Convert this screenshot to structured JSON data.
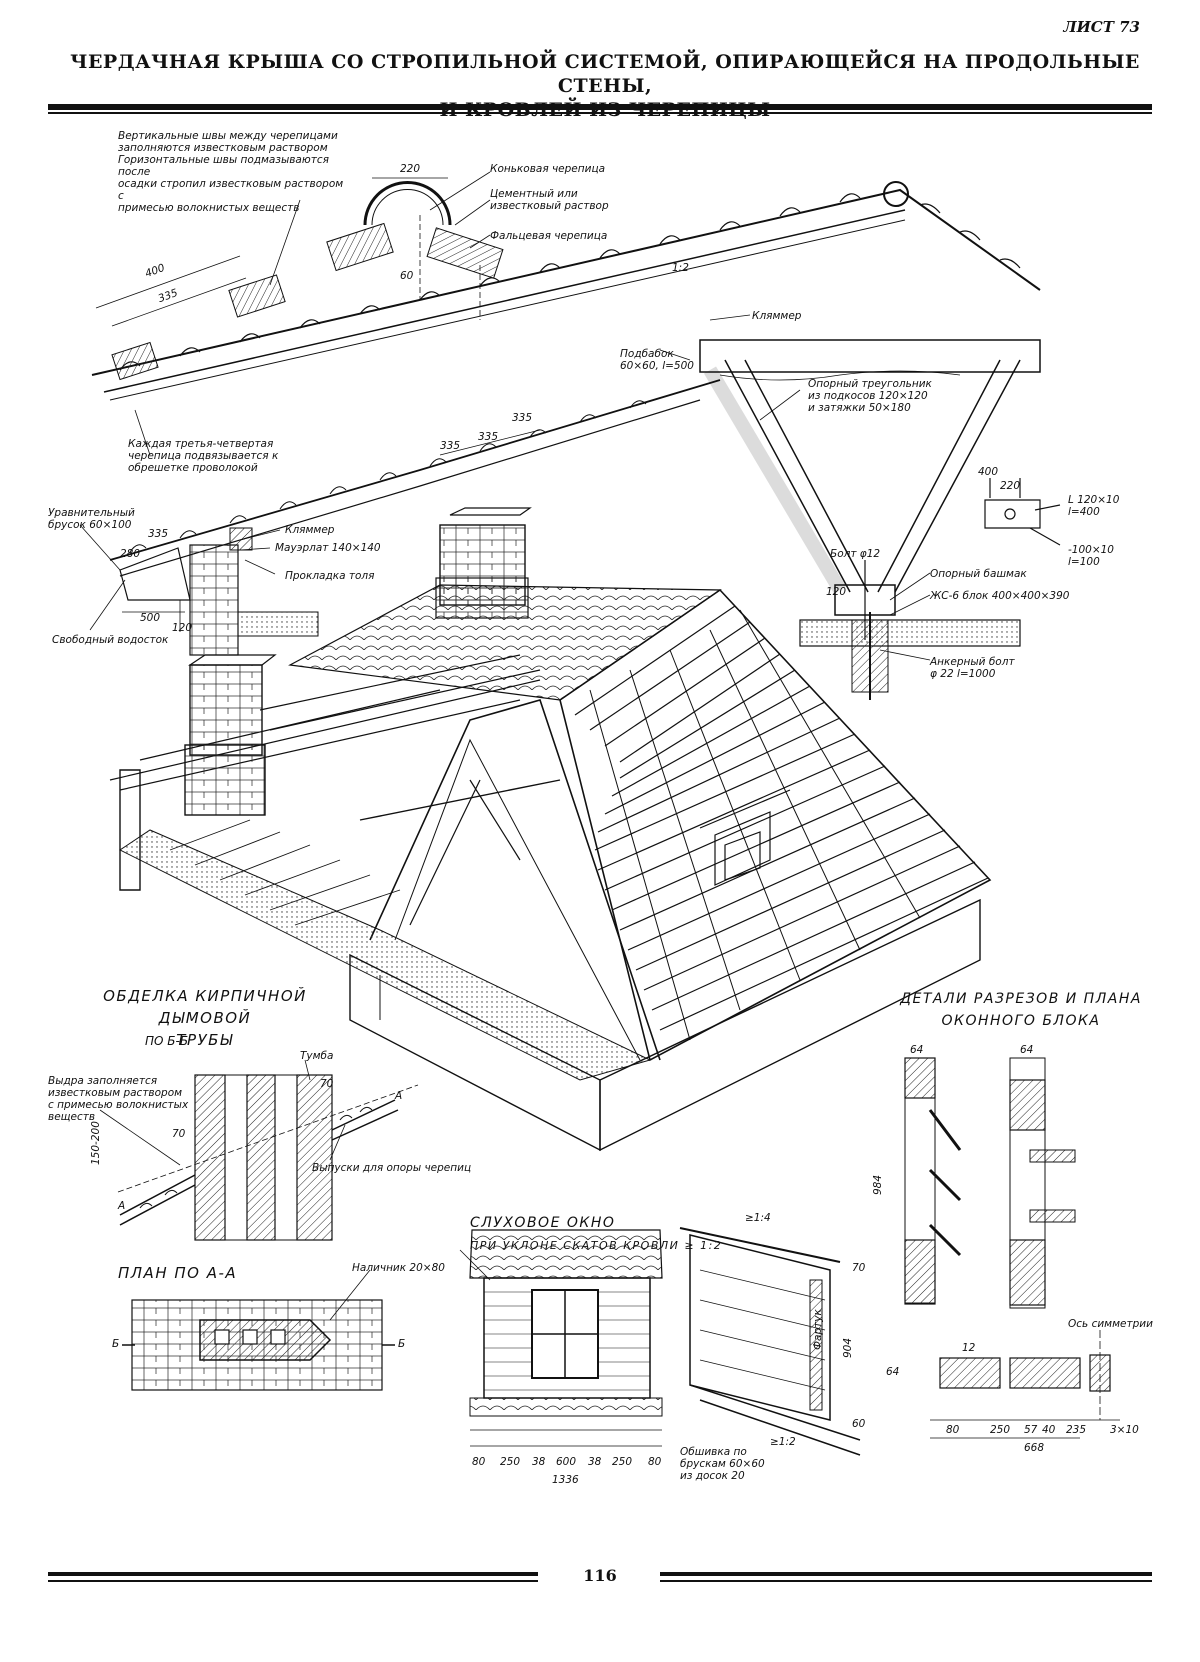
{
  "header": {
    "sheet": "ЛИСТ 73",
    "title_line1": "ЧЕРДАЧНАЯ КРЫША СО СТРОПИЛЬНОЙ СИСТЕМОЙ,  ОПИРАЮЩЕЙСЯ НА ПРОДОЛЬНЫЕ СТЕНЫ,",
    "title_line2": "И КРОВЛЕЙ ИЗ ЧЕРЕПИЦЫ"
  },
  "ridge_detail": {
    "joint_note": "Вертикальные швы между черепицами\nзаполняются известковым раствором\nГоризонтальные швы подмазываются после\nосадки стропил известковым раствором с\nпримесью волокнистых веществ",
    "ridge_tile": "Коньковая черепица",
    "mortar": "Цементный или\nизвестковый раствор",
    "groove_tile": "Фальцевая черепица",
    "dim_220": "220",
    "dim_400": "400",
    "dim_335": "335",
    "dim_60": "60",
    "wire_note": "Каждая третья-четвертая\nчерепица подвязывается к\nобрешетке проволокой",
    "slope": "1:2",
    "dims_335_row": [
      "335",
      "335",
      "335"
    ]
  },
  "truss_detail": {
    "clamp": "Кляммер",
    "strut": "Подбабок\n60×60, l=500",
    "triangle": "Опорный треугольник\nиз подкосов 120×120\nи затяжки 50×180",
    "bolt": "Болт φ12",
    "shoe": "Опорный башмак",
    "block": "ЖС-6 блок 400×400×390",
    "anchor": "Анкерный болт\nφ 22  l=1000",
    "angle1": "L 120×10\nl=400",
    "angle2": "-100×10\nl=100",
    "dim_400": "400",
    "dim_220": "220",
    "dim_120": "120"
  },
  "eave_detail": {
    "leveling_bar": "Уравнительный\nбрусок 60×100",
    "clamp": "Кляммер",
    "mauerlat": "Мауэрлат 140×140",
    "felt": "Прокладка толя",
    "gutter": "Свободный водосток",
    "dim_280": "280",
    "dim_335": "335",
    "dim_500": "500",
    "dim_120": "120"
  },
  "chimney_section": {
    "heading": "ОБДЕЛКА КИРПИЧНОЙ ДЫМОВОЙ\nТРУБЫ",
    "sub": "ПО Б-Б",
    "fill_note": "Выдра заполняется\nизвестковым раствором\nс примесью волокнистых\nвеществ",
    "tumba": "Тумба",
    "outlets": "Выпуски для опоры черепиц",
    "dim_70a": "70",
    "dim_70b": "70",
    "dim_150": "150-200",
    "mark_a": "А",
    "mark_a2": "А"
  },
  "plan": {
    "heading": "ПЛАН  ПО А-А",
    "casing": "Наличник 20×80",
    "mark_b": "Б",
    "mark_b2": "Б"
  },
  "dormer": {
    "heading": "СЛУХОВОЕ ОКНО",
    "sub": "ПРИ УКЛОНЕ СКАТОВ КРОВЛИ ≥ 1:2",
    "dims": [
      "80",
      "250",
      "38",
      "600",
      "38",
      "250",
      "80"
    ],
    "total": "1336",
    "slope1": "≥1:4",
    "slope2": "≥1:2",
    "cladding": "Обшивка по\nбрускам 60×60\nиз досок 20",
    "fartuk": "Фартук",
    "dim_904": "904",
    "dim_70": "70",
    "dim_60": "60"
  },
  "window_details": {
    "heading": "ДЕТАЛИ РАЗРЕЗОВ И ПЛАНА\nОКОННОГО  БЛОКА",
    "dim_64a": "64",
    "dim_64b": "64",
    "dim_984": "984",
    "axis": "Ось симметрии",
    "plan_dims": [
      "80",
      "250",
      "57",
      "40",
      "235",
      "3×10"
    ],
    "plan_total": "668",
    "dim_12": "12",
    "dim_64c": "64"
  },
  "footer": {
    "page": "116"
  }
}
